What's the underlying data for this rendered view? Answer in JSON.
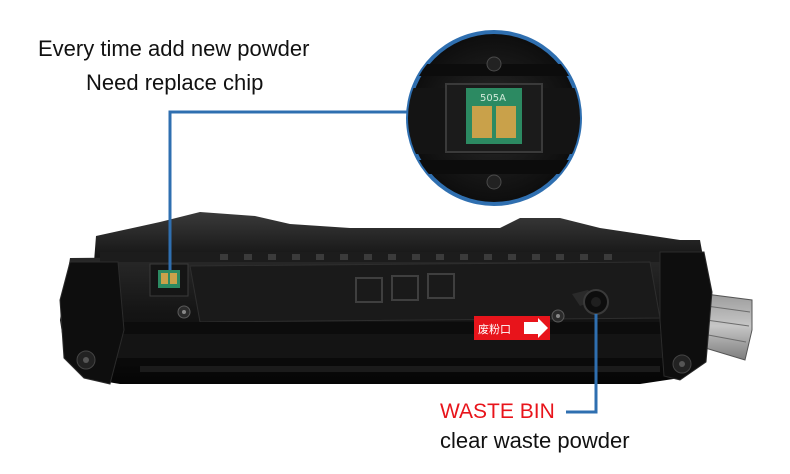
{
  "callouts": {
    "chip_line1": "Every time add new powder",
    "chip_line2": "Need replace chip",
    "waste_title": "WASTE BIN",
    "waste_line2": "clear waste powder"
  },
  "chip_label": "505A",
  "waste_sticker": {
    "text": "废粉口",
    "color": "#e8141b"
  },
  "colors": {
    "callout_line": "#2f6fb0",
    "accent_red": "#e8141b",
    "cartridge_body": "#111111",
    "chip_green": "#2c8a62",
    "chip_pad": "#c9a14a"
  }
}
